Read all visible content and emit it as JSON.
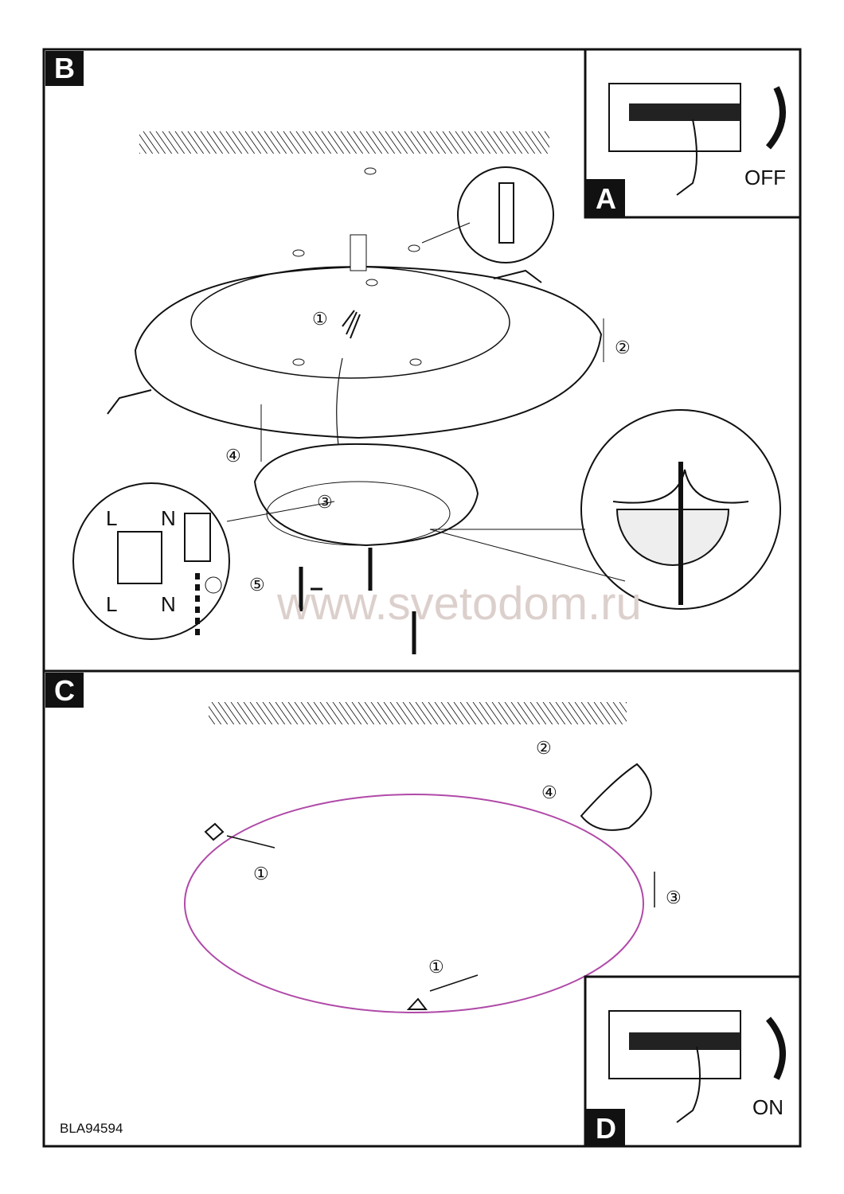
{
  "panels": {
    "a": {
      "label": "A",
      "action": "OFF"
    },
    "b": {
      "label": "B"
    },
    "c": {
      "label": "C"
    },
    "d": {
      "label": "D",
      "action": "ON"
    }
  },
  "wiring": {
    "live_top": "L",
    "neutral_top": "N",
    "live_bottom": "L",
    "neutral_bottom": "N"
  },
  "steps_b": [
    "①",
    "②",
    "③",
    "④",
    "⑤"
  ],
  "steps_c": [
    "①",
    "①",
    "②",
    "③",
    "④"
  ],
  "model_code": "BLA94594",
  "watermark": "www.svetodom.ru",
  "colors": {
    "frame": "#111111",
    "glass_outline": "#b04aa8",
    "watermark": "#dcd0cc"
  }
}
